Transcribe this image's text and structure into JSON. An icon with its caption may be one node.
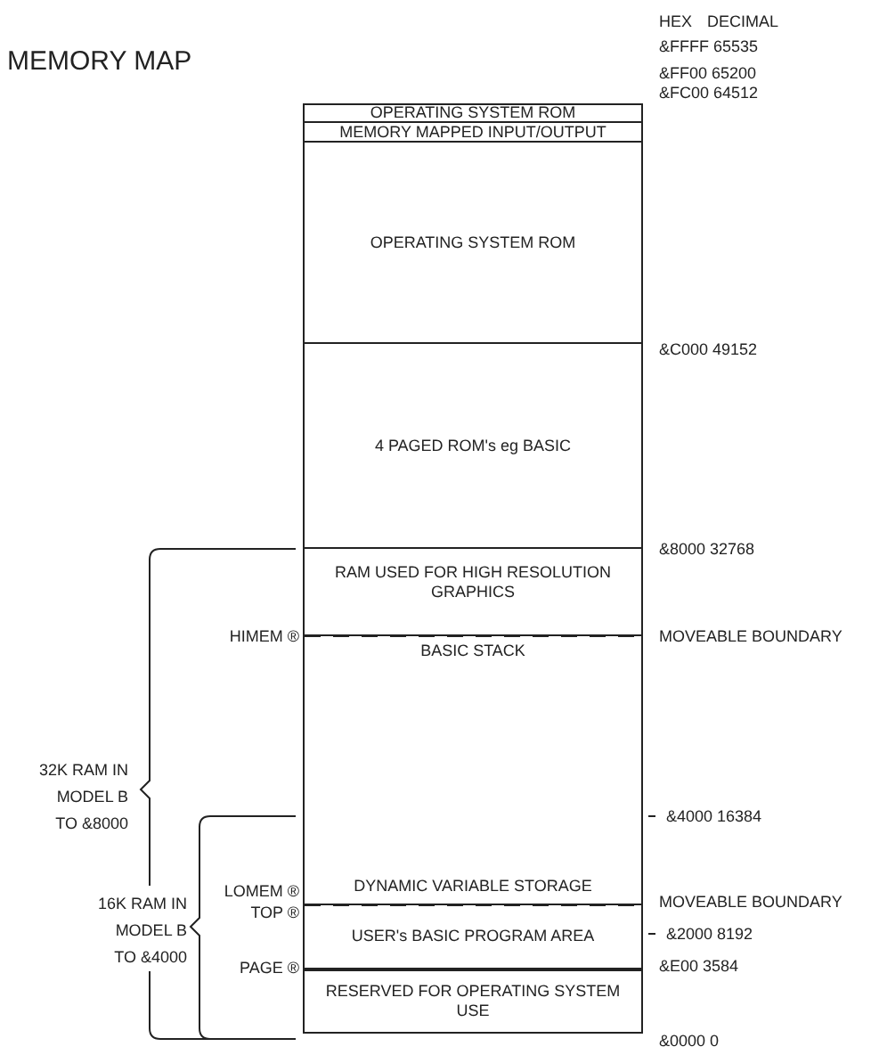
{
  "diagram": {
    "title": "MEMORY MAP",
    "nodes": [
      {
        "text": [
          "OPERATING SYSTEM ROM"
        ]
      },
      {
        "text": [
          "MEMORY MAPPED INPUT/OUTPUT"
        ]
      },
      {
        "text": [
          "OPERATING SYSTEM ROM"
        ]
      },
      {
        "text": [
          "4 PAGED ROM's eg BASIC"
        ]
      },
      {
        "text": [
          "RAM USED FOR HIGH RESOLUTION GRAPHICS"
        ]
      },
      {
        "text": [
          "BASIC STACK",
          "DYNAMIC VARIABLE STORAGE"
        ]
      },
      {
        "text": [
          "USER's BASIC PROGRAM AREA"
        ]
      },
      {
        "text": [
          "RESERVED FOR OPERATING SYSTEM USE"
        ]
      }
    ],
    "labels": [
      "HEX",
      "DECIMAL",
      "&FFFF 65535",
      "&FF00 65200",
      "&FC00 64512",
      "&C000 49152",
      "&8000 32768",
      "HIMEM ®",
      "MOVEABLE BOUNDARY",
      "32K RAM IN MODEL B TO &8000",
      "&4000 16384",
      "LOMEM ®",
      "MOVEABLE BOUNDARY",
      "16K RAM IN MODEL B TO &4000",
      "TOP ®",
      "&2000 8192",
      "&E00 3584",
      "PAGE ®",
      "&0000 0"
    ]
  }
}
